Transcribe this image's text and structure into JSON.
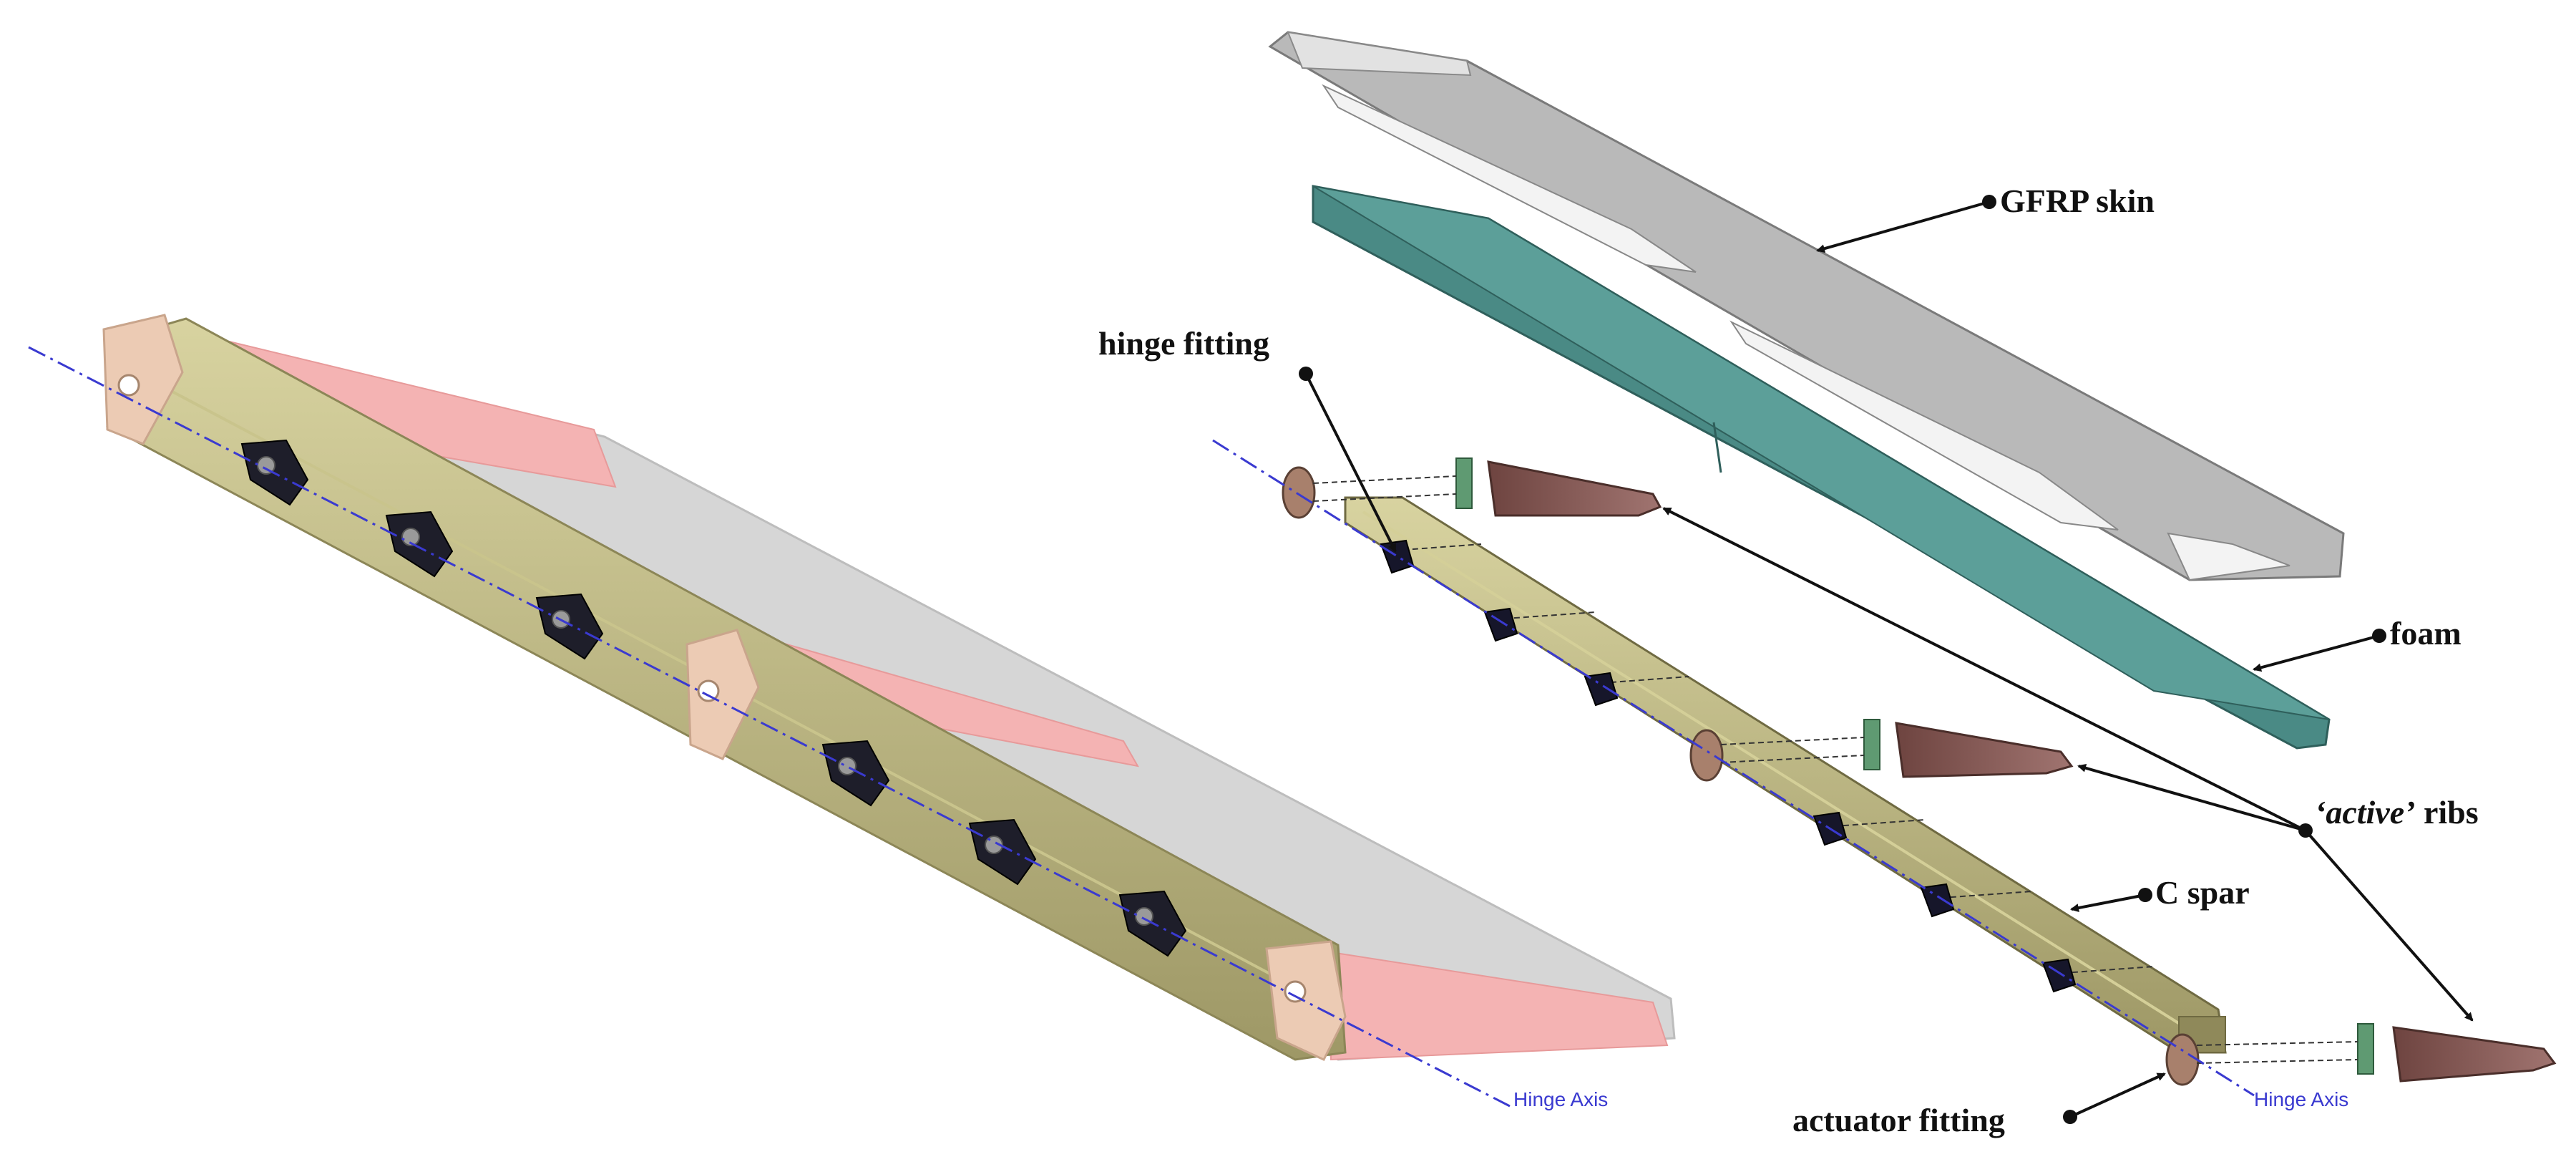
{
  "left_view": {
    "axis_label": "Hinge Axis"
  },
  "right_view": {
    "axis_label": "Hinge Axis",
    "labels": {
      "gfrp_skin": "GFRP skin",
      "foam": "foam",
      "hinge_fitting": "hinge fitting",
      "active_ribs_italic": "‘active’",
      "active_ribs_rest": " ribs",
      "c_spar": "C spar",
      "actuator_fitting": "actuator fitting"
    }
  },
  "colors": {
    "spar_olive": "#b5b07a",
    "rib_pink": "#f2a6a6",
    "rib_brown": "#8a5a55",
    "foam_teal": "#4a8a85",
    "skin_gray": "#c8c8c8",
    "fitting_tan": "#e8c9b0",
    "hinge_black": "#1a1a2a",
    "axis_blue": "#3a3ad0"
  }
}
